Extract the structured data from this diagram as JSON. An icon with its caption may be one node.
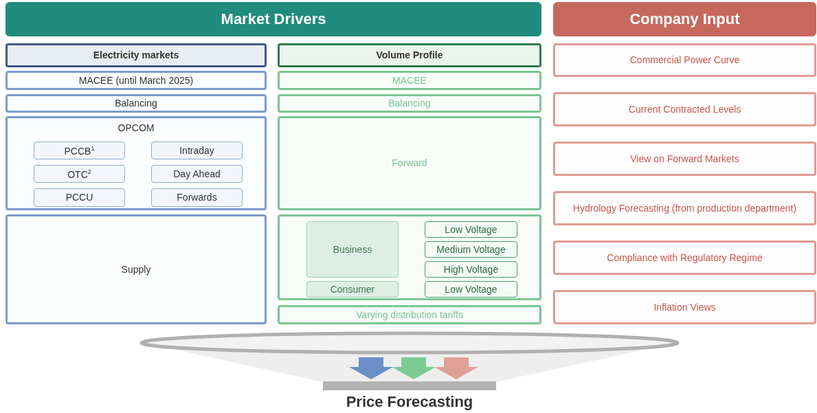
{
  "diagram": {
    "nodes": [
      {
        "text": [
          "Market Drivers"
        ]
      },
      {
        "text": [
          "Company Input"
        ]
      },
      {
        "text": [
          "Electricity markets"
        ]
      },
      {
        "text": [
          "MACEE (until March 2025)"
        ]
      },
      {
        "text": [
          "Balancing"
        ]
      },
      {
        "text": [
          "OPCOM"
        ]
      },
      {
        "text": [
          "PCCB$^{1}$"
        ],
        "in": 5
      },
      {
        "text": [
          "Intraday"
        ],
        "in": 5
      },
      {
        "text": [
          "OTC$^{2}$"
        ],
        "in": 5
      },
      {
        "text": [
          "Day Ahead"
        ],
        "in": 5
      },
      {
        "text": [
          "PCCU"
        ],
        "in": 5
      },
      {
        "text": [
          "Forwards"
        ],
        "in": 5
      },
      {
        "text": [
          "Supply"
        ]
      },
      {
        "text": [
          "Volume Profile"
        ]
      },
      {
        "text": [
          "MACEE"
        ]
      },
      {
        "text": [
          "Balancing"
        ]
      },
      {
        "text": [
          "Forward"
        ]
      },
      {
        "text": [],
        "shape": "box"
      },
      {
        "text": [
          "Business"
        ],
        "in": 17
      },
      {
        "text": [
          "Consumer"
        ],
        "in": 17
      },
      {
        "text": [
          "Low Voltage"
        ],
        "in": 17
      },
      {
        "text": [
          "Medium Voltage"
        ],
        "in": 17
      },
      {
        "text": [
          "High Voltage"
        ],
        "in": 17
      },
      {
        "text": [
          "Low Voltage"
        ],
        "in": 17
      },
      {
        "text": [
          "Varying distribution tariffs"
        ]
      },
      {
        "text": [
          "Commercial Power Curve"
        ]
      },
      {
        "text": [
          "Current Contracted Levels"
        ]
      },
      {
        "text": [
          "View on Forward Markets"
        ]
      },
      {
        "text": [
          "Hydrology Forecasting (from production department)"
        ]
      },
      {
        "text": [
          "Compliance with Regulatory Regime"
        ]
      },
      {
        "text": [
          "Inflation Views"
        ]
      }
    ],
    "labels": [
      "Price Forecasting"
    ]
  }
}
